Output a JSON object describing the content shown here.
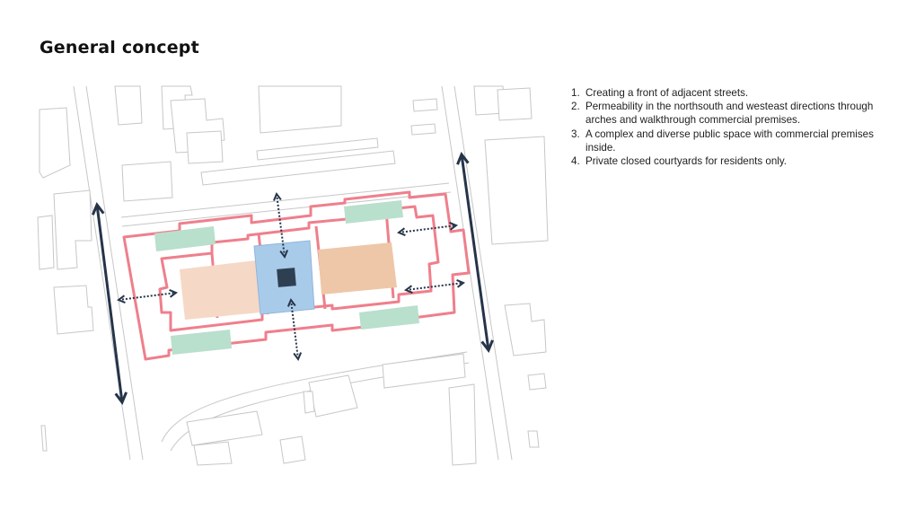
{
  "title": "General concept",
  "concepts": [
    {
      "number": "1.",
      "text": "Creating a front of adjacent streets."
    },
    {
      "number": "2.",
      "text": "Permeability in the northsouth and westeast directions through arches and walkthrough commercial premises."
    },
    {
      "number": "3.",
      "text": "A complex and diverse public space with commercial premises inside."
    },
    {
      "number": "4.",
      "text": "Private closed courtyards for residents only."
    }
  ],
  "colors": {
    "building_outline": "#c7c7c7",
    "perimeter_block": "#ef7f8c",
    "private_courtyard": "#f6d8c6",
    "private_courtyard_alt": "#eec7a8",
    "public_space": "#a9cbea",
    "central_pavilion": "#2f3f52",
    "green_space": "#b9dfcd",
    "arrow": "#253449"
  },
  "icons": {
    "street_front_arrow": "double-headed-arrow",
    "permeability_arrow": "dotted-double-headed-arrow"
  }
}
